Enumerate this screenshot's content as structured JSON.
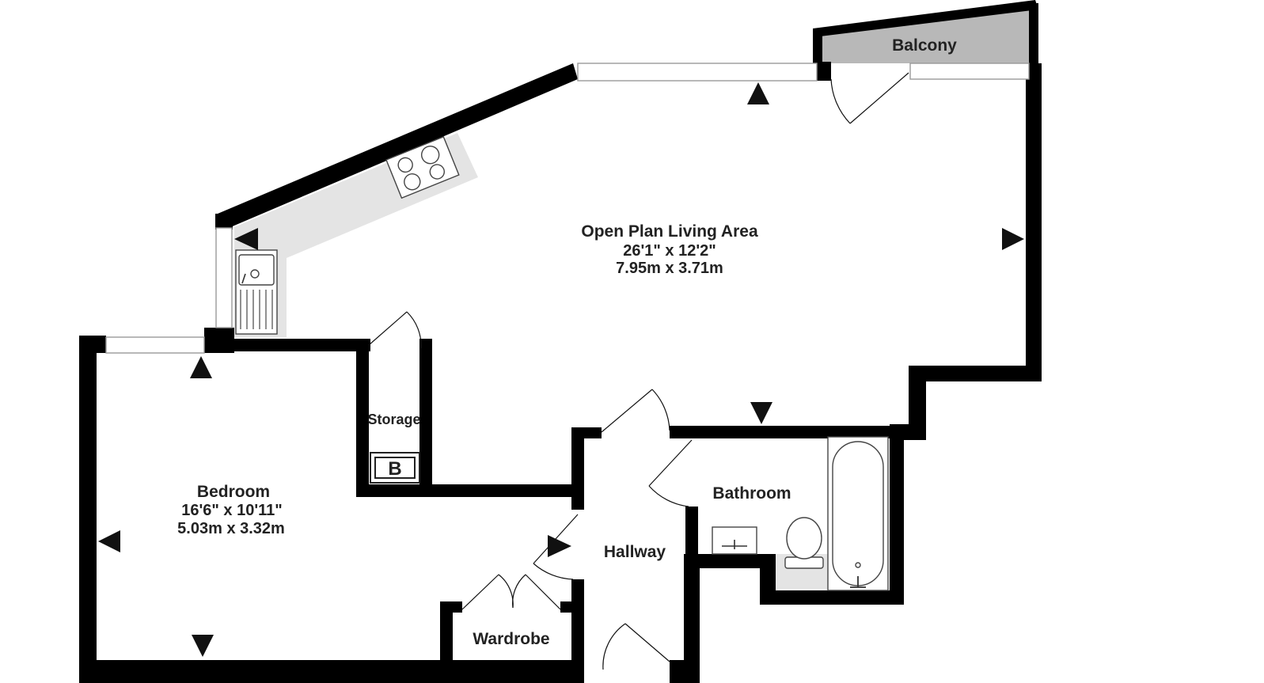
{
  "colors": {
    "wall": "#000000",
    "window": "#ffffff",
    "balcony": "#b8b8b8",
    "kitchen_counter": "#e4e4e4",
    "bathroom_floor": "#e4e4e4",
    "background": "#ffffff"
  },
  "rooms": {
    "living": {
      "name": "Open Plan Living Area",
      "dim_imperial": "26'1\"  x 12'2\"",
      "dim_metric": "7.95m  x 3.71m"
    },
    "balcony": {
      "name": "Balcony"
    },
    "bedroom": {
      "name": "Bedroom",
      "dim_imperial": "16'6\"  x 10'11\"",
      "dim_metric": "5.03m  x 3.32m"
    },
    "storage": {
      "name": "Storage",
      "boiler_label": "B"
    },
    "bathroom": {
      "name": "Bathroom"
    },
    "hallway": {
      "name": "Hallway"
    },
    "wardrobe": {
      "name": "Wardrobe"
    }
  },
  "icons": [
    "arrow-up-icon",
    "arrow-down-icon",
    "arrow-left-icon",
    "arrow-right-icon",
    "hob-icon",
    "sink-icon",
    "bathtub-icon",
    "toilet-icon",
    "basin-icon",
    "boiler-icon",
    "door-swing-icon"
  ]
}
